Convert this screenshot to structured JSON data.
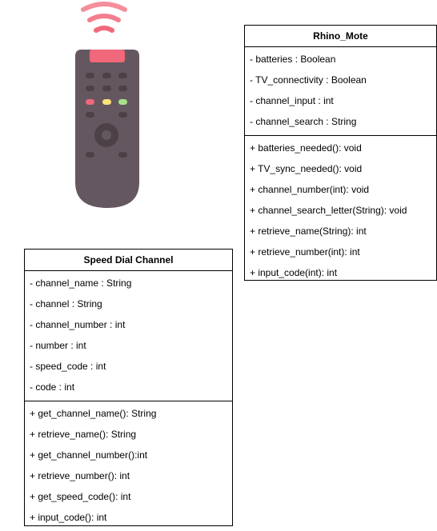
{
  "icon": "tv-remote-icon",
  "colors": {
    "remote_body": "#65575f",
    "remote_cap": "#f1687a",
    "signal": "#f1687a",
    "button": "#4d4148",
    "red_button": "#f1687a",
    "yellow_button": "#ffe27a",
    "green_button": "#a8e08a"
  },
  "rhino_mote": {
    "title": "Rhino_Mote",
    "attributes": [
      "- batteries : Boolean",
      "- TV_connectivity : Boolean",
      "- channel_input : int",
      "- channel_search : String"
    ],
    "methods": [
      "+ batteries_needed(): void",
      "+ TV_sync_needed(): void",
      "+ channel_number(int): void",
      "+ channel_search_letter(String): void",
      "+ retrieve_name(String): int",
      "+ retrieve_number(int): int",
      "+ input_code(int): int"
    ]
  },
  "speed_dial": {
    "title": "Speed Dial Channel",
    "attributes": [
      "- channel_name : String",
      "- channel : String",
      "- channel_number : int",
      "- number : int",
      "- speed_code : int",
      "- code : int"
    ],
    "methods": [
      "+ get_channel_name(): String",
      "+ retrieve_name(): String",
      "+ get_channel_number():int",
      "+ retrieve_number(): int",
      "+ get_speed_code(): int",
      "+ input_code(): int"
    ]
  }
}
